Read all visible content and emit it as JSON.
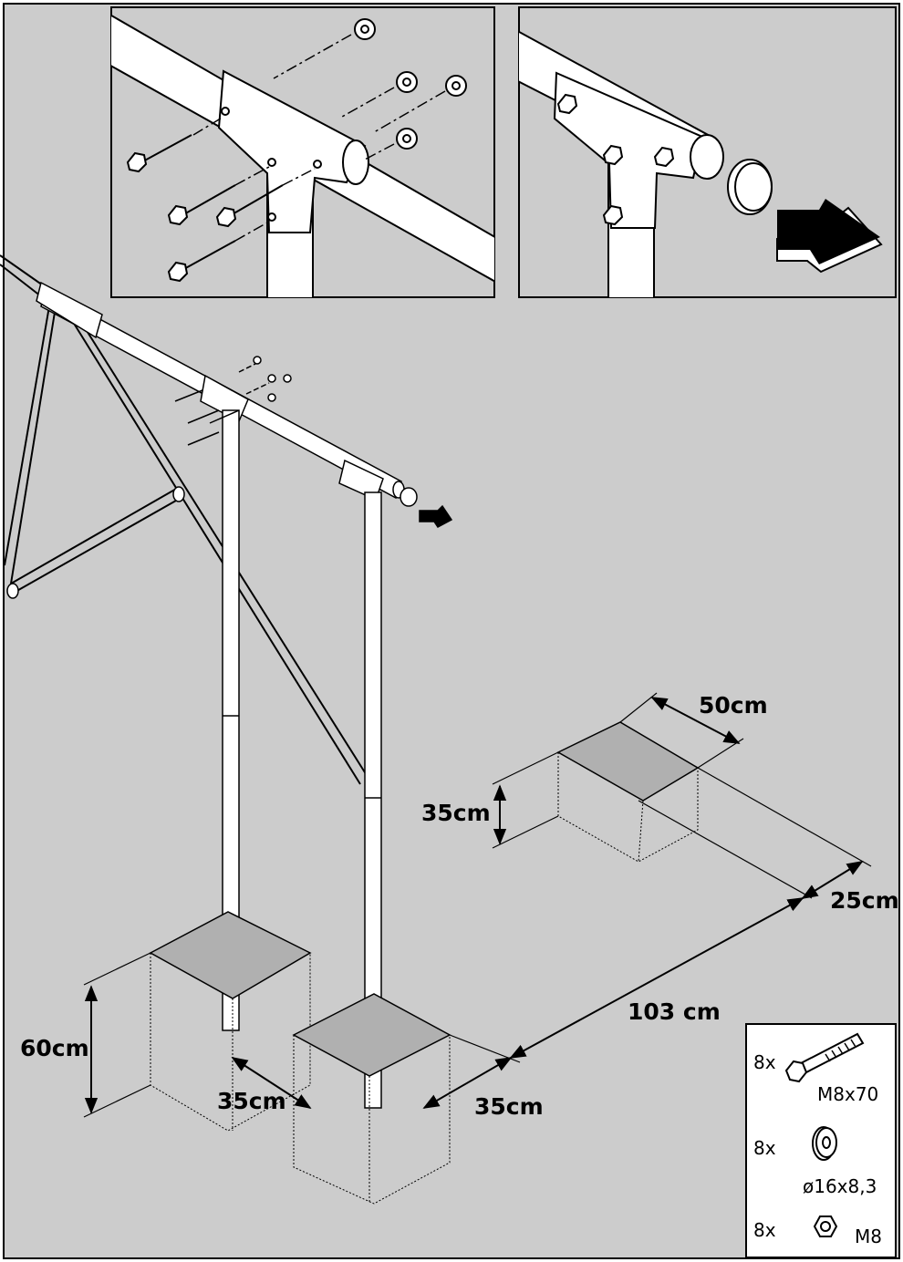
{
  "colors": {
    "background": "#cccccc",
    "line": "#000000",
    "part_fill": "#ffffff",
    "concrete_top": "#b0b0b0"
  },
  "dimensions": {
    "hole_depth": "60cm",
    "hole_width_left": "35cm",
    "hole_width_right": "35cm",
    "post_spacing": "103 cm",
    "anchor_offset": "25cm",
    "anchor_length": "50cm",
    "anchor_depth": "35cm"
  },
  "parts": [
    {
      "qty": "8x",
      "icon": "bolt-icon",
      "spec": "M8x70"
    },
    {
      "qty": "8x",
      "icon": "washer-icon",
      "spec": "ø16x8,3"
    },
    {
      "qty": "8x",
      "icon": "nut-icon",
      "spec": "M8"
    }
  ]
}
